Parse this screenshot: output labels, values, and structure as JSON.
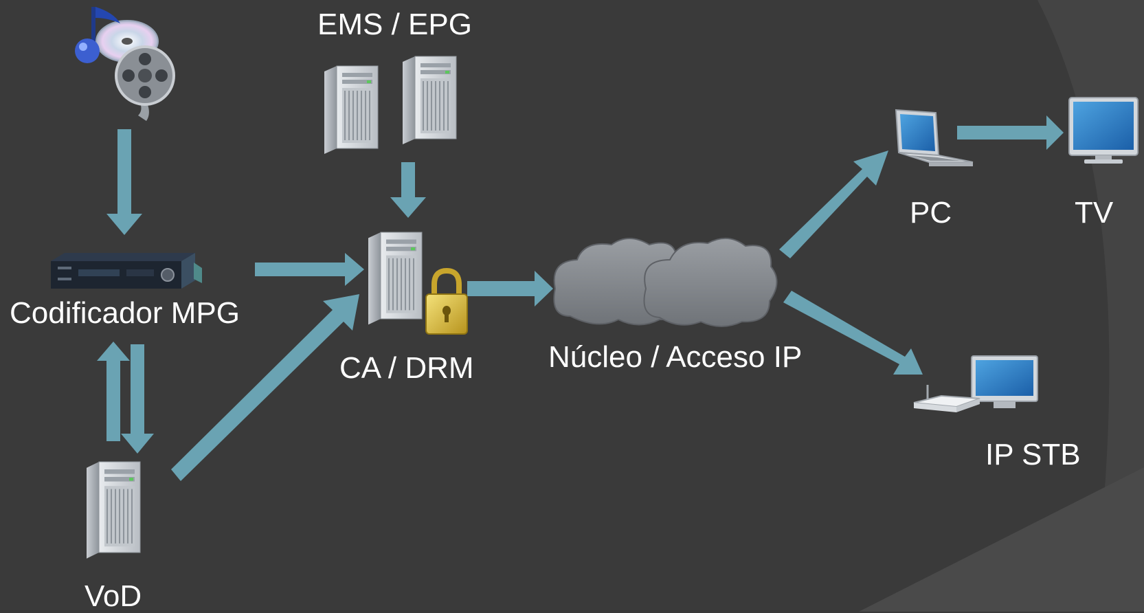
{
  "labels": {
    "ems_epg": "EMS / EPG",
    "codificador": "Codificador MPG",
    "ca_drm": "CA / DRM",
    "nucleo": "Núcleo / Acceso IP",
    "pc": "PC",
    "tv": "TV",
    "ip_stb": "IP STB",
    "vod": "VoD"
  },
  "icons": {
    "media": "music-disc-film-icon",
    "encoder": "mpg-encoder-device-icon",
    "ems_servers": "server-pair-icon",
    "ca_server": "server-lock-icon",
    "cloud": "cloud-icon",
    "pc": "laptop-icon",
    "tv": "tv-monitor-icon",
    "stb": "set-top-box-icon",
    "vod_server": "server-icon"
  },
  "colors": {
    "background": "#3a3a3a",
    "arrow": "#6aa3b3",
    "text": "#ffffff"
  }
}
